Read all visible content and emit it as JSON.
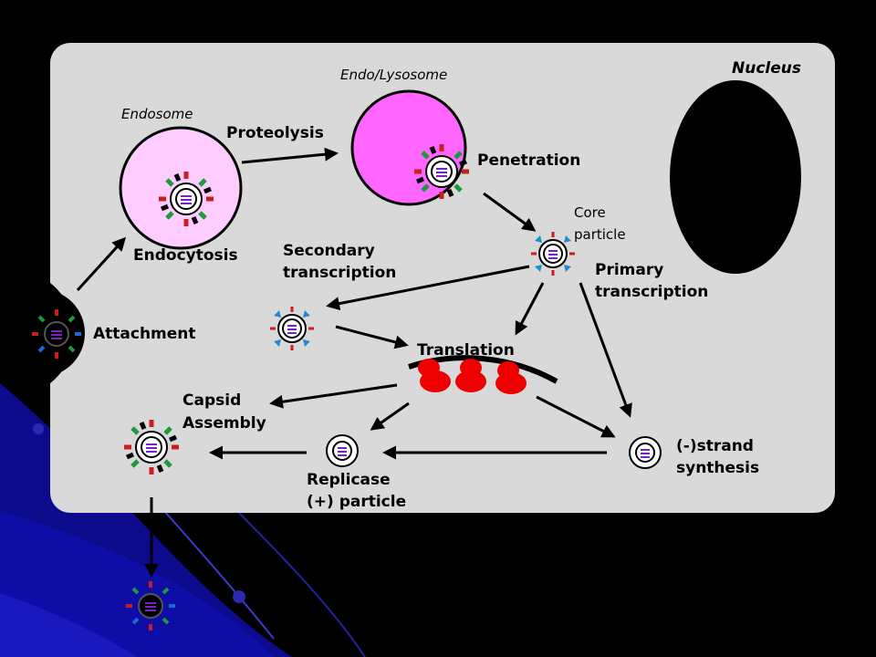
{
  "labels": {
    "nucleus": "Nucleus",
    "endo_lysosome": "Endo/Lysosome",
    "endosome": "Endosome",
    "proteolysis": "Proteolysis",
    "penetration": "Penetration",
    "core_particle_1": "Core",
    "core_particle_2": "particle",
    "endocytosis": "Endocytosis",
    "secondary_1": "Secondary",
    "secondary_2": "transcription",
    "primary_1": "Primary",
    "primary_2": "transcription",
    "attachment": "Attachment",
    "translation": "Translation",
    "capsid_1": "Capsid",
    "capsid_2": "Assembly",
    "minus_1": "(-)strand",
    "minus_2": "synthesis",
    "replicase_1": "Replicase",
    "replicase_2": "(+) particle"
  },
  "colors": {
    "cell": "#d9d9d9",
    "endosome": "#ffccff",
    "lysosome": "#ff66ff",
    "ribosome": "#ee0000",
    "nucleus": "#000000"
  }
}
